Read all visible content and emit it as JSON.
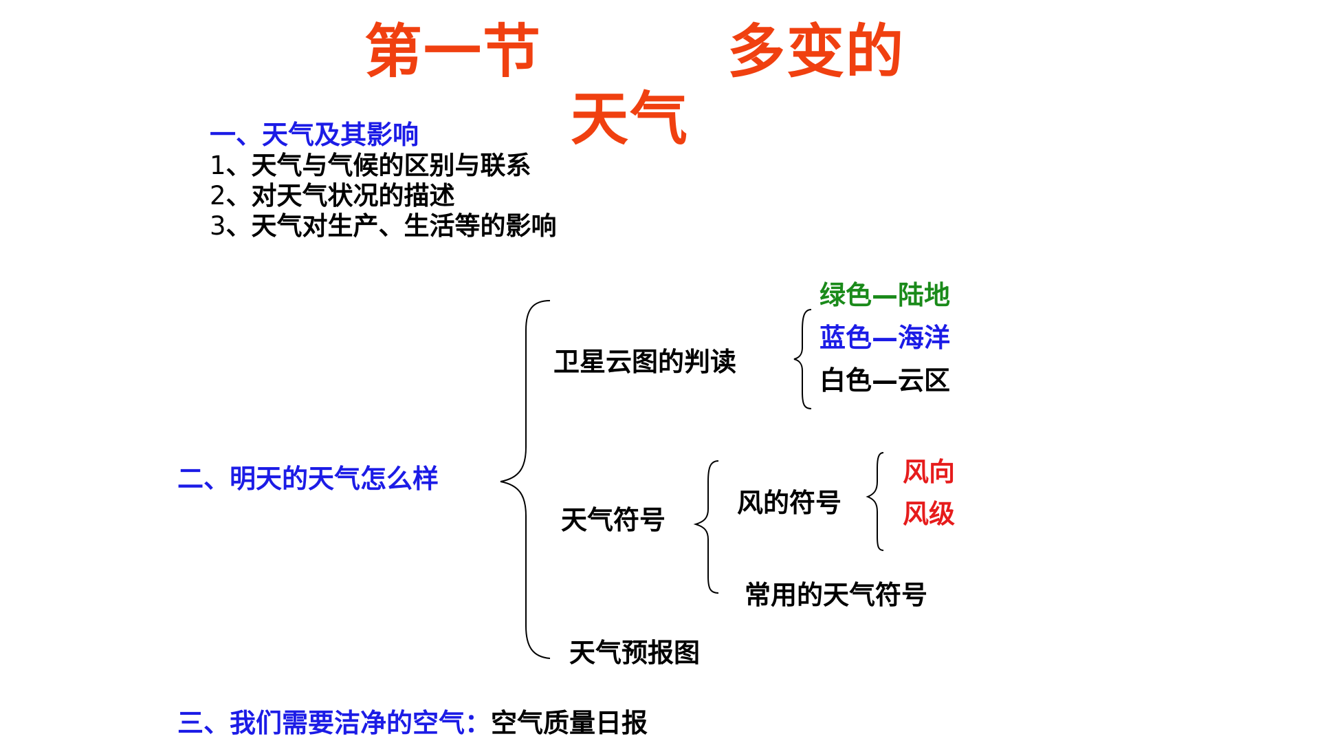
{
  "title": {
    "part1": "第一节",
    "part2": "多变的",
    "part3": "天气",
    "color": "#f04010"
  },
  "section1": {
    "heading": "一、天气及其影响",
    "items": [
      {
        "num": "1",
        "text": "、天气与气候的区别与联系"
      },
      {
        "num": "2",
        "text": "、对天气状况的描述"
      },
      {
        "num": "3",
        "text": "、天气对生产、生活等的影响"
      }
    ]
  },
  "section2": {
    "heading": "二、明天的天气怎么样",
    "satellite": {
      "label": "卫星云图的判读",
      "legend": [
        {
          "text": "绿色—陆地",
          "color": "#1a8a1a"
        },
        {
          "text": "蓝色—海洋",
          "color": "#1c1ce6"
        },
        {
          "text": "白色—云区",
          "color": "#000000"
        }
      ]
    },
    "symbols": {
      "label": "天气符号",
      "wind": {
        "label": "风的符号",
        "items": [
          {
            "text": "风向",
            "color": "#e61c1c"
          },
          {
            "text": "风级",
            "color": "#e61c1c"
          }
        ]
      },
      "common": "常用的天气符号"
    },
    "forecast_map": "天气预报图"
  },
  "section3": {
    "heading": "三、我们需要洁净的空气：",
    "tail": "空气质量日报"
  },
  "colors": {
    "heading_blue": "#1c1ce6",
    "title_red": "#f04010"
  }
}
